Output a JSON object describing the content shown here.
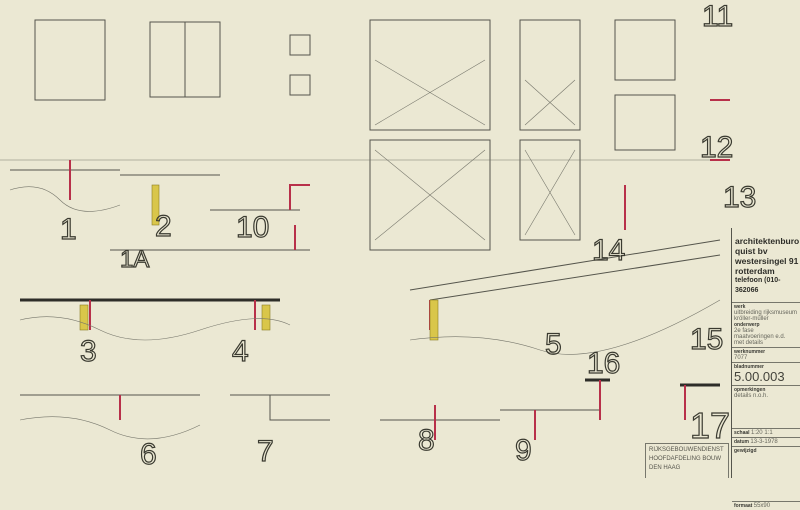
{
  "title_block": {
    "firm": [
      "architektenburo",
      "quist bv",
      "westersingel 91",
      "rotterdam",
      "telefoon (010-362066"
    ],
    "werk_label": "werk",
    "werk": [
      "uitbreiding rijksmuseum",
      "kröller-müller"
    ],
    "onderwerp_label": "onderwerp",
    "onderwerp": [
      "2e fase",
      "maatvoeringen e.d.",
      "met details"
    ],
    "werknummer_label": "werknummer",
    "werknummer": "7077",
    "bladnummer_label": "bladnummer",
    "bladnummer": "5.00.003",
    "opmerkingen_label": "opmerkingen",
    "opmerkingen": "details n.o.h.",
    "schaal_label": "schaal",
    "schaal": "1:20  1:1",
    "datum_label": "datum",
    "datum": "13-3-1978",
    "gewijzigd_label": "gewijzigd",
    "formaat_label": "formaat",
    "formaat": "55x90"
  },
  "client_box": [
    "RIJKSGEBOUWENDIENST",
    "HOOFDAFDELING BOUW",
    "DEN HAAG"
  ],
  "detail_numbers": [
    "1",
    "1A",
    "2",
    "3",
    "4",
    "5",
    "6",
    "7",
    "8",
    "9",
    "10",
    "11",
    "12",
    "13",
    "14",
    "15",
    "16",
    "17"
  ]
}
